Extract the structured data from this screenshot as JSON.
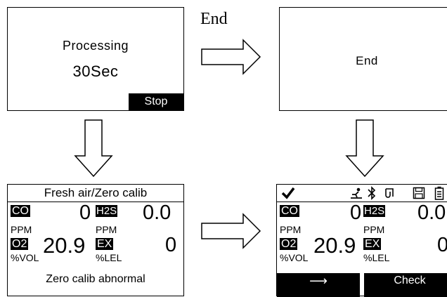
{
  "processing_screen": {
    "title": "Processing",
    "countdown": "30Sec",
    "stop_label": "Stop"
  },
  "end_transition_label": "End",
  "end_screen": {
    "text": "End"
  },
  "calib_screen": {
    "header": "Fresh air/Zero calib",
    "status": "Zero calib abnormal"
  },
  "result_screen": {
    "check_mark_icon": "check-mark-icon",
    "arrow_button_glyph": "⟶",
    "check_label": "Check"
  },
  "readings": {
    "co": {
      "name": "CO",
      "value": "0",
      "unit": "PPM"
    },
    "h2s": {
      "name": "H2S",
      "value": "0.0",
      "unit": "PPM"
    },
    "o2": {
      "name": "O2",
      "value": "20.9",
      "unit": "%VOL"
    },
    "ex": {
      "name": "EX",
      "value": "0",
      "unit": "%LEL"
    }
  },
  "colors": {
    "foreground": "#000000",
    "background": "#ffffff"
  }
}
